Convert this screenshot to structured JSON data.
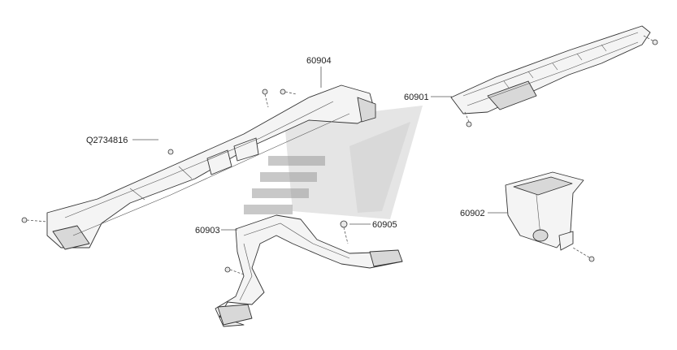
{
  "labels": {
    "part_60904": "60904",
    "part_q2734816": "Q2734816",
    "part_60901": "60901",
    "part_60902": "60902",
    "part_60903": "60903",
    "part_60905": "60905"
  },
  "colors": {
    "background": "#ffffff",
    "line": "#333333",
    "watermark": "#cfcfcf"
  }
}
